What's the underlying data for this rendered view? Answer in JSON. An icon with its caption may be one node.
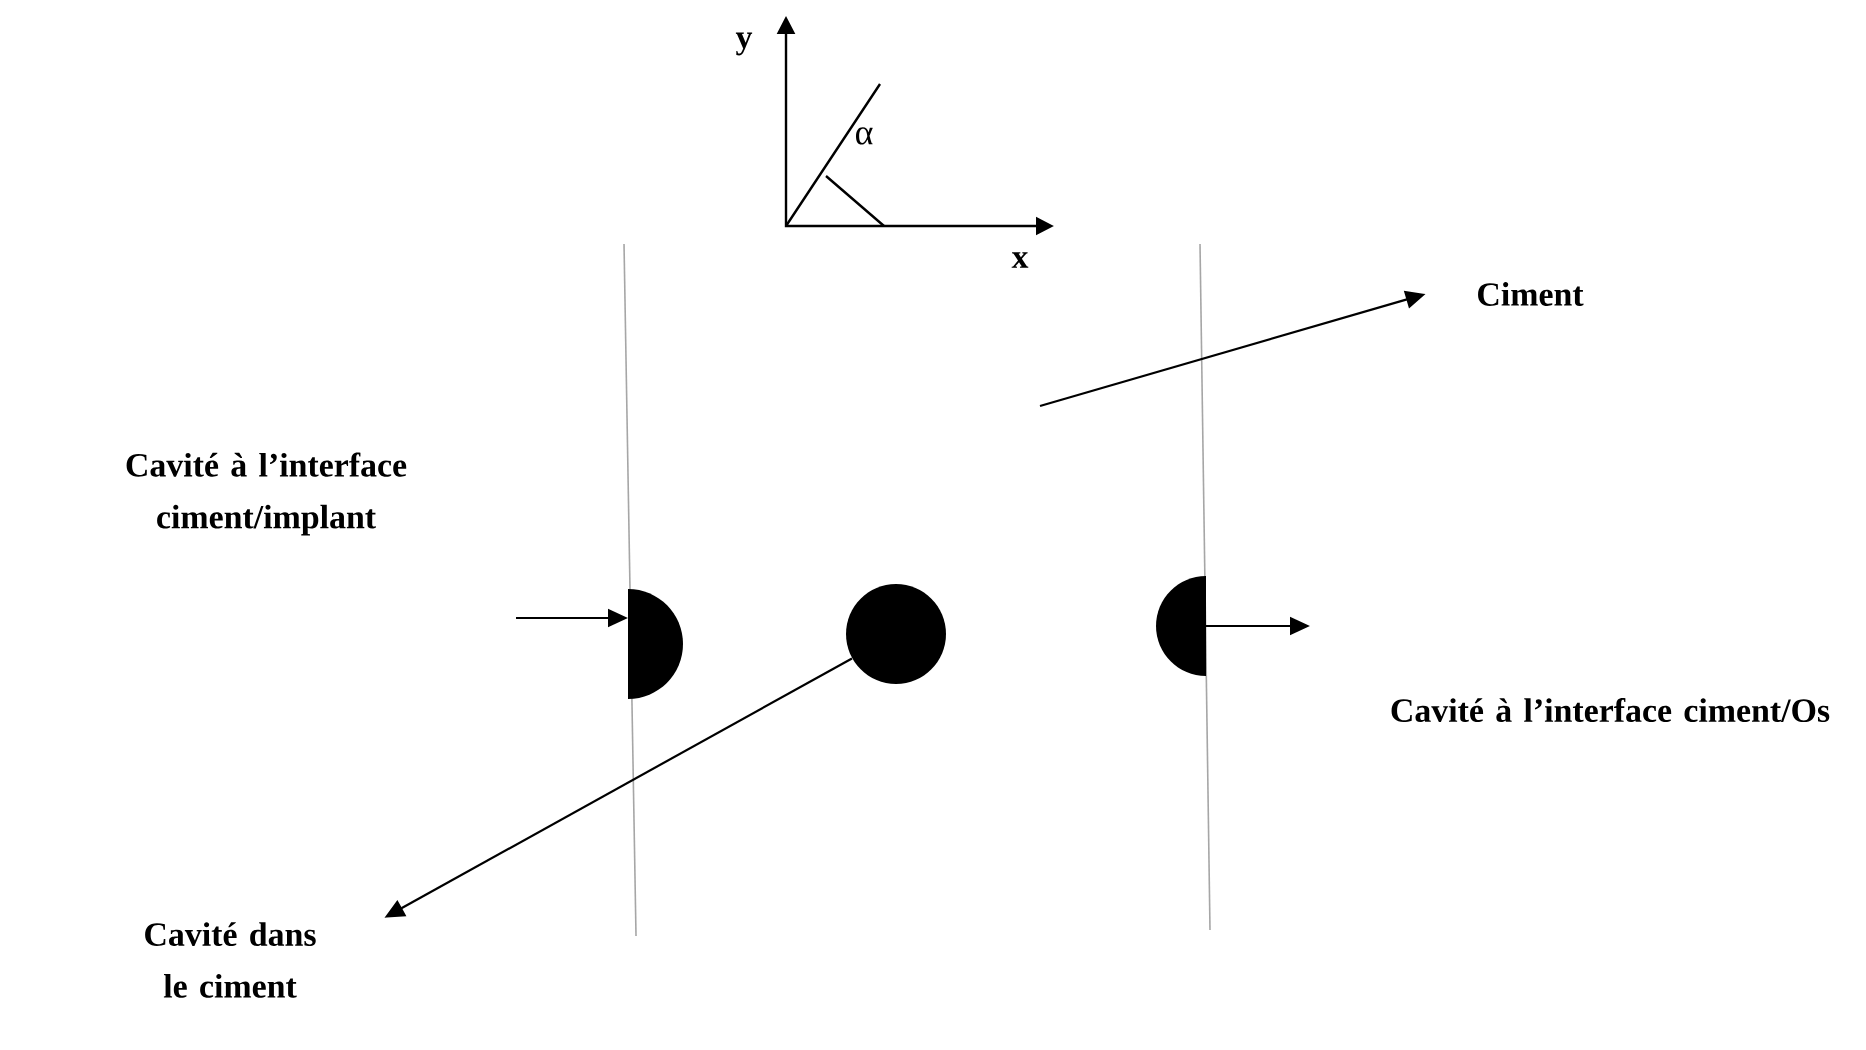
{
  "diagram": {
    "nodes": [
      {
        "text": [
          "Ciment"
        ]
      },
      {
        "text": [],
        "shape": "circle"
      },
      {
        "text": [],
        "shape": "circle"
      },
      {
        "text": [],
        "shape": "circle"
      },
      {
        "text": [
          "Cavité dans le ciment"
        ]
      }
    ],
    "edges": [
      {
        "from": null,
        "to": 0,
        "arrow": "to"
      },
      {
        "from": null,
        "to": 1,
        "arrow": "to"
      },
      {
        "from": 3,
        "to": null,
        "arrow": "to"
      },
      {
        "from": 2,
        "to": 4,
        "arrow": "to"
      }
    ],
    "labels": [
      "y",
      "α",
      "x",
      "Cavité à l’interface ciment/implant",
      "Cavité à l’interface ciment/Os"
    ]
  }
}
